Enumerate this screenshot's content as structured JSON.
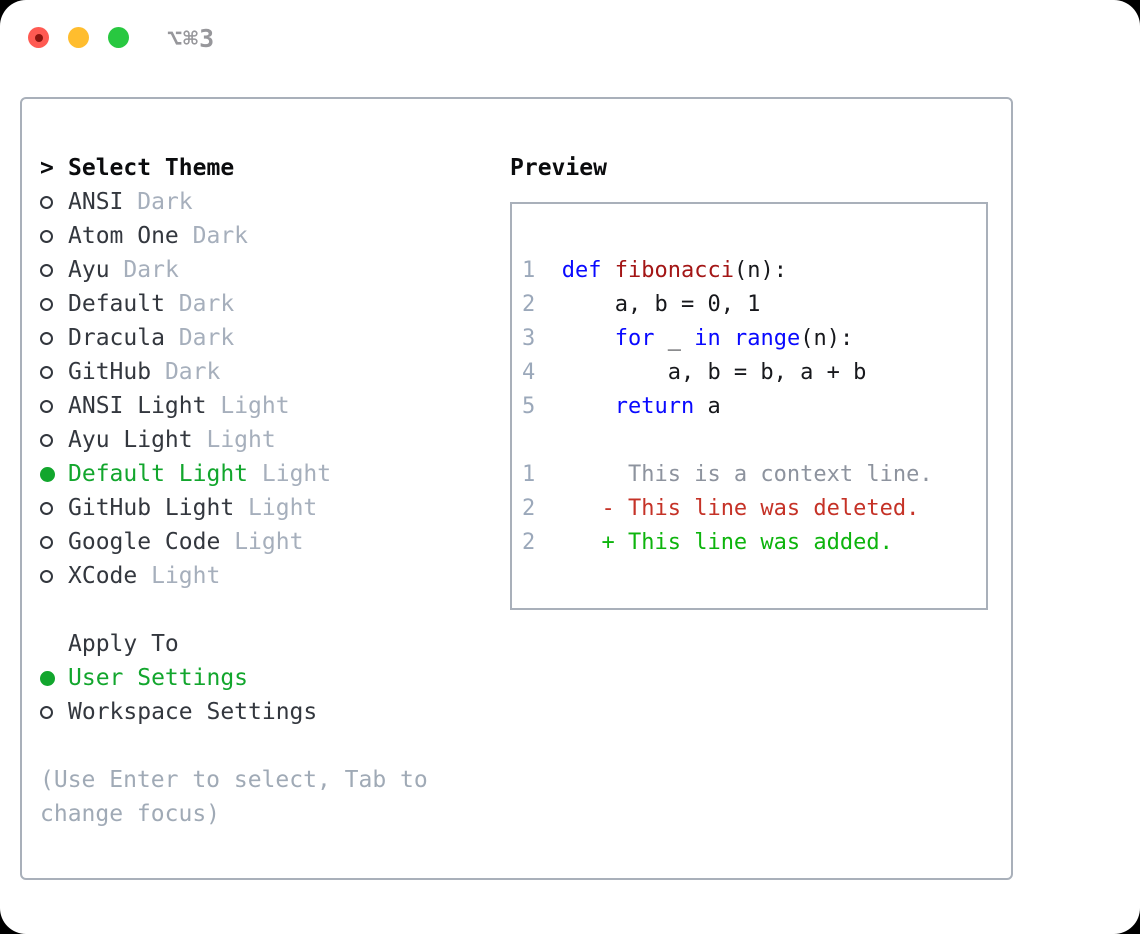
{
  "window": {
    "title": "⌥⌘3",
    "traffic_lights": [
      "close",
      "minimize",
      "zoom"
    ]
  },
  "colors": {
    "trafficRed": "#ff5a52",
    "trafficRedDot": "#8c150f",
    "trafficYellow": "#ffbd2e",
    "trafficGreen": "#28c840",
    "titleGray": "#97979b",
    "border": "#a9b0ba",
    "headerBlack": "#0b0c0e",
    "nameDark": "#33373e",
    "tagGray": "#a6afbc",
    "hintGray": "#a0aab6",
    "selGreen": "#12a62d",
    "kw": "#0909ff",
    "fn": "#a31515",
    "codeText": "#17181c",
    "lineno": "#9ba8ba",
    "ctx": "#8d939e",
    "del": "#c53227",
    "add": "#0db40d"
  },
  "theme_menu": {
    "header": {
      "marker": ">",
      "label": "Select Theme"
    },
    "items": [
      {
        "name": "ANSI",
        "tag": "Dark",
        "selected": false
      },
      {
        "name": "Atom One",
        "tag": "Dark",
        "selected": false
      },
      {
        "name": "Ayu",
        "tag": "Dark",
        "selected": false
      },
      {
        "name": "Default",
        "tag": "Dark",
        "selected": false
      },
      {
        "name": "Dracula",
        "tag": "Dark",
        "selected": false
      },
      {
        "name": "GitHub",
        "tag": "Dark",
        "selected": false
      },
      {
        "name": "ANSI Light",
        "tag": "Light",
        "selected": false
      },
      {
        "name": "Ayu Light",
        "tag": "Light",
        "selected": false
      },
      {
        "name": "Default Light",
        "tag": "Light",
        "selected": true
      },
      {
        "name": "GitHub Light",
        "tag": "Light",
        "selected": false
      },
      {
        "name": "Google Code",
        "tag": "Light",
        "selected": false
      },
      {
        "name": "XCode",
        "tag": "Light",
        "selected": false
      }
    ]
  },
  "apply_to": {
    "label": "Apply To",
    "options": [
      {
        "name": "User Settings",
        "selected": true
      },
      {
        "name": "Workspace Settings",
        "selected": false
      }
    ]
  },
  "hint": {
    "line1": "(Use Enter to select, Tab to",
    "line2": "change focus)"
  },
  "preview": {
    "label": "Preview",
    "lines": [
      {
        "num": "1",
        "tokens": [
          {
            "t": "def",
            "c": "kw"
          },
          {
            "t": " ",
            "c": "tx"
          },
          {
            "t": "fibonacci",
            "c": "fn"
          },
          {
            "t": "(n):",
            "c": "tx"
          }
        ]
      },
      {
        "num": "2",
        "tokens": [
          {
            "t": "    a, b = 0, 1",
            "c": "tx"
          }
        ]
      },
      {
        "num": "3",
        "tokens": [
          {
            "t": "    ",
            "c": "tx"
          },
          {
            "t": "for",
            "c": "kw"
          },
          {
            "t": " _ ",
            "c": "tx"
          },
          {
            "t": "in",
            "c": "kw"
          },
          {
            "t": " ",
            "c": "tx"
          },
          {
            "t": "range",
            "c": "kw"
          },
          {
            "t": "(n):",
            "c": "tx"
          }
        ]
      },
      {
        "num": "4",
        "tokens": [
          {
            "t": "        a, b = b, a + b",
            "c": "tx"
          }
        ]
      },
      {
        "num": "5",
        "tokens": [
          {
            "t": "    ",
            "c": "tx"
          },
          {
            "t": "return",
            "c": "kw"
          },
          {
            "t": " a",
            "c": "tx"
          }
        ]
      },
      {
        "num": "",
        "tokens": []
      },
      {
        "num": "1",
        "tokens": [
          {
            "t": "     This is a context line.",
            "c": "ctx"
          }
        ]
      },
      {
        "num": "2",
        "tokens": [
          {
            "t": "   - This line was deleted.",
            "c": "del"
          }
        ]
      },
      {
        "num": "2",
        "tokens": [
          {
            "t": "   + This line was added.",
            "c": "add"
          }
        ]
      }
    ]
  }
}
